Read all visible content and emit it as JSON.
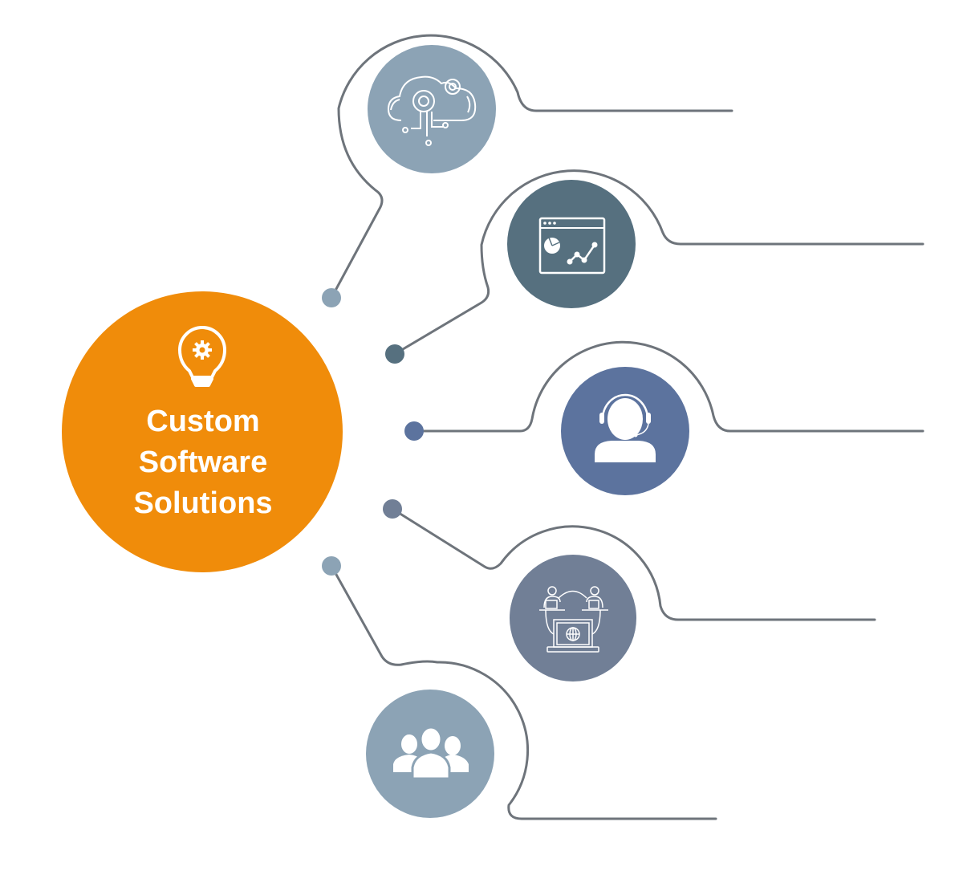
{
  "hub": {
    "title_lines": [
      "Custom",
      "Software",
      "Solutions"
    ],
    "icon": "lightbulb-gear-icon",
    "color": "#F08C0A"
  },
  "line_color": "#6E747B",
  "nodes": [
    {
      "id": "cloud-development",
      "icon": "cloud-gears-icon",
      "color": "#8CA3B5"
    },
    {
      "id": "analytics-dashboard",
      "icon": "browser-analytics-icon",
      "color": "#56707F"
    },
    {
      "id": "customer-support",
      "icon": "headset-agent-icon",
      "color": "#5C739E"
    },
    {
      "id": "remote-collaboration",
      "icon": "remote-meeting-globe-icon",
      "color": "#717F96"
    },
    {
      "id": "team",
      "icon": "user-group-icon",
      "color": "#8CA3B5"
    }
  ]
}
